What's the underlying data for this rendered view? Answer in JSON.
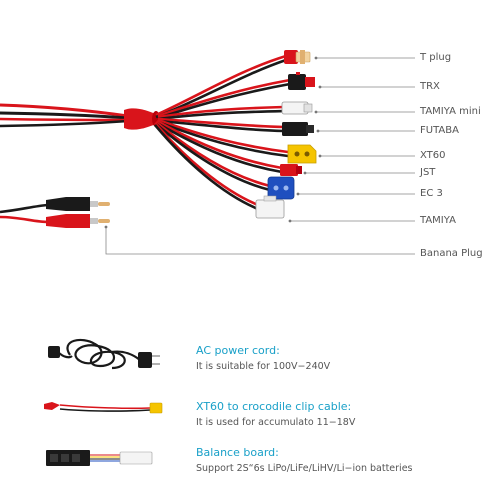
{
  "connector_labels": [
    "T plug",
    "TRX",
    "TAMIYA mini",
    "FUTABA",
    "XT60",
    "JST",
    "EC 3",
    "TAMIYA",
    "Banana Plug"
  ],
  "accessories": [
    {
      "title": "AC power cord:",
      "description": "It is suitable for 100V−240V",
      "icon": "ac-power-cord"
    },
    {
      "title": "XT60 to crocodile clip cable:",
      "description": "It is used for accumulato 11−18V",
      "icon": "xt60-crocodile-cable"
    },
    {
      "title": "Balance board:",
      "description": "Support 2S“6s LiPo/LiFe/LiHV/Li−ion batteries",
      "icon": "balance-board"
    }
  ],
  "colors": {
    "wire_red": "#d9141b",
    "wire_black": "#1a1a1a",
    "accent_title": "#19a0c8",
    "label_text": "#555555",
    "leader_line": "#888888",
    "connector_yellow": "#f5c400",
    "connector_blue": "#1f4fbf",
    "connector_red": "#d9141b",
    "connector_white": "#eeeeee"
  }
}
